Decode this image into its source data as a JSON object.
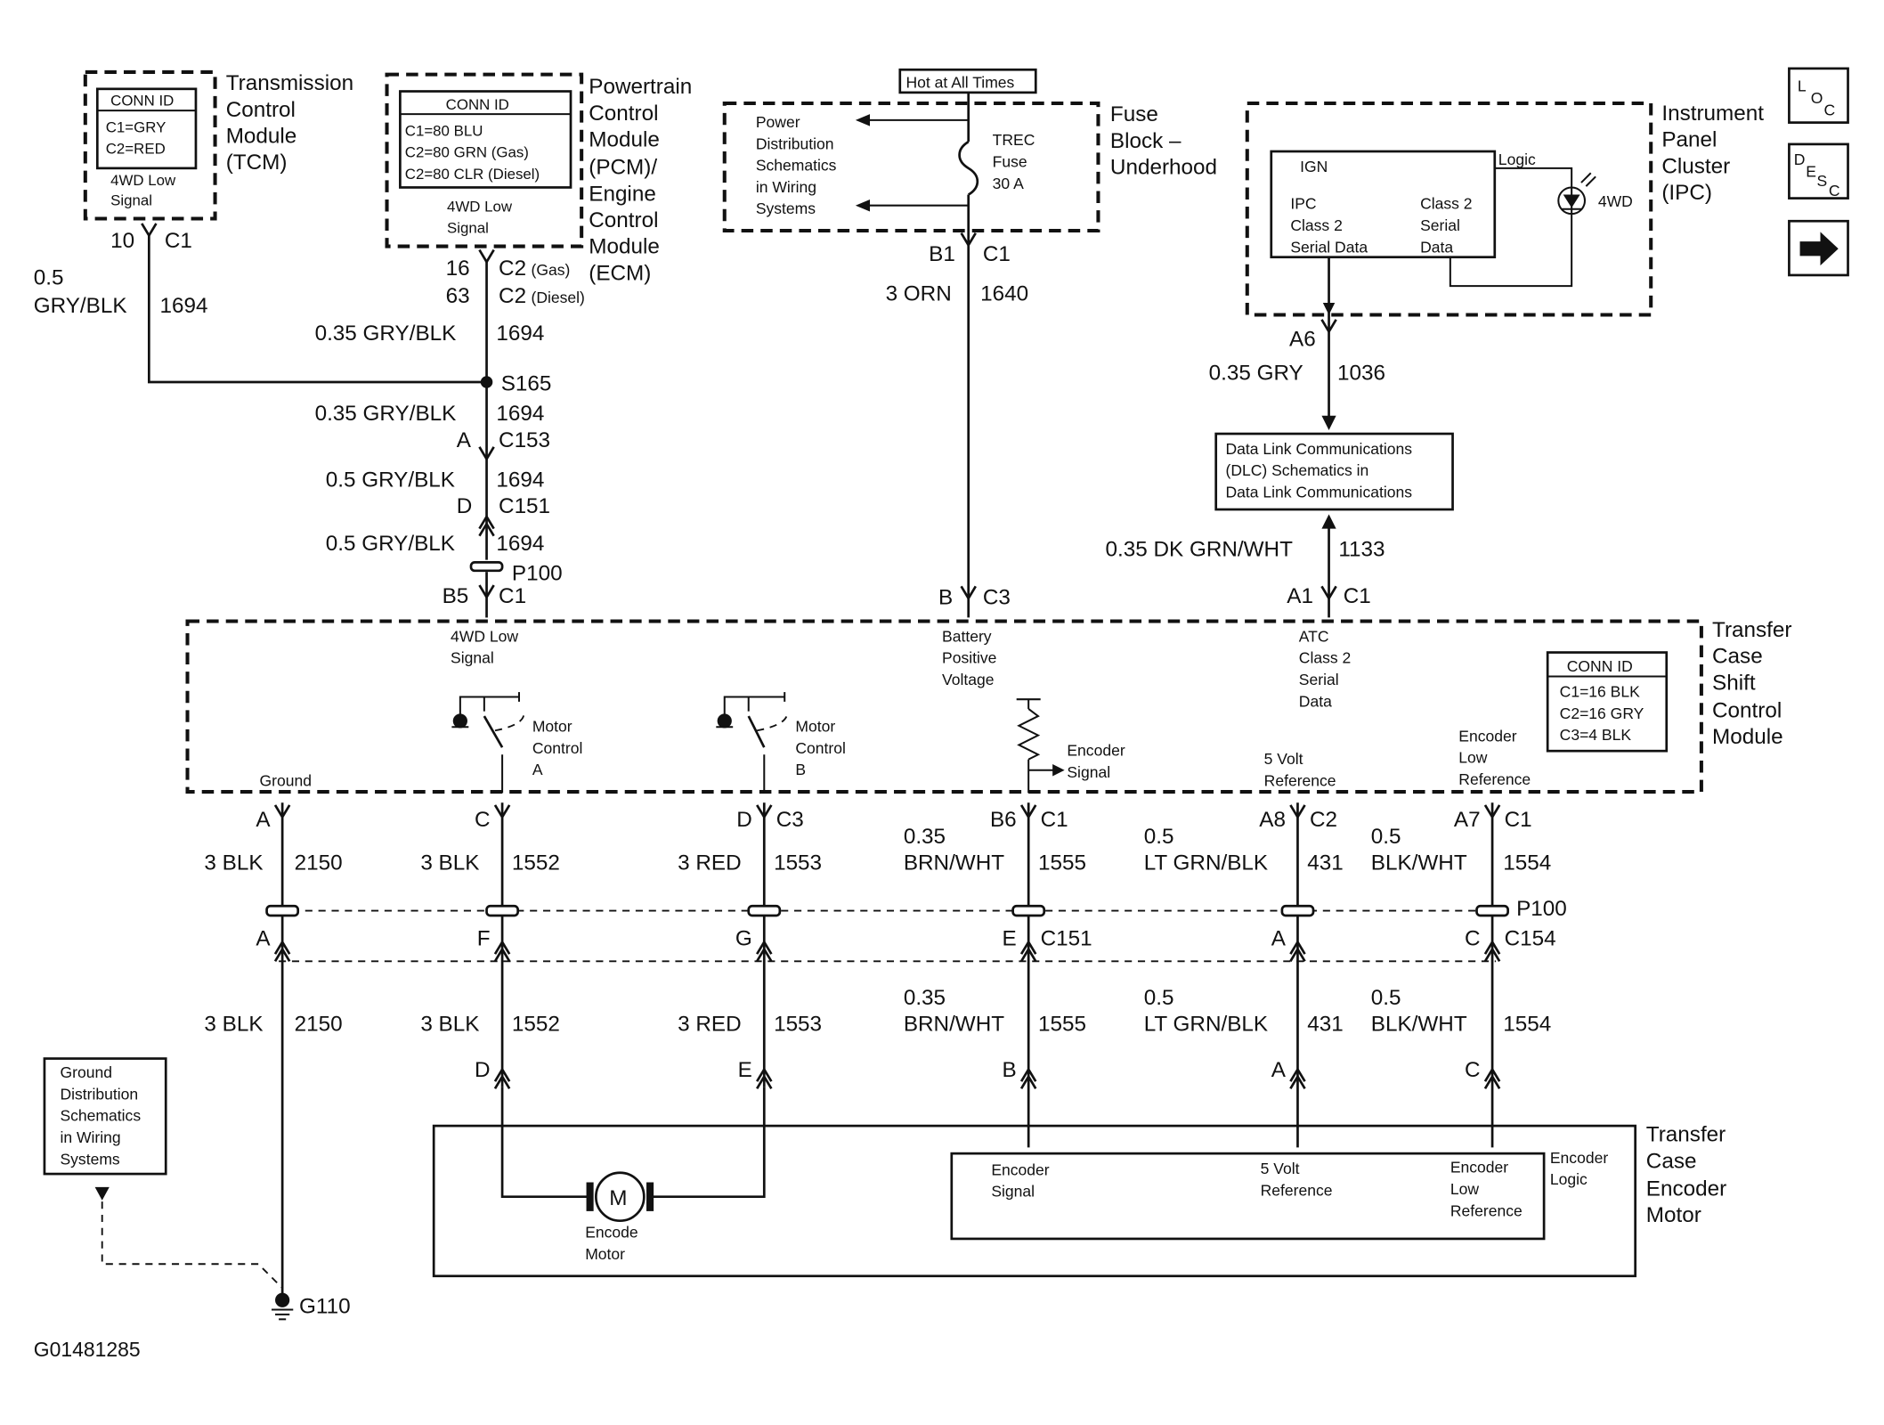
{
  "tcm": {
    "name": [
      "Transmission",
      "Control",
      "Module",
      "(TCM)"
    ],
    "conn_title": "CONN ID",
    "conn_lines": [
      "C1=GRY",
      "C2=RED"
    ],
    "signal": [
      "4WD Low",
      "Signal"
    ],
    "pin": "10",
    "conn": "C1",
    "gauge": [
      "0.5",
      "GRY/BLK"
    ],
    "circuit": "1694"
  },
  "pcm": {
    "name": [
      "Powertrain",
      "Control",
      "Module",
      "(PCM)/",
      "Engine",
      "Control",
      "Module",
      "(ECM)"
    ],
    "conn_title": "CONN ID",
    "conn_lines": [
      "C1=80 BLU",
      "C2=80 GRN (Gas)",
      "C2=80 CLR (Diesel)"
    ],
    "signal": [
      "4WD Low",
      "Signal"
    ],
    "pin_gas": "16",
    "conn_gas": "C2",
    "tag_gas": "(Gas)",
    "pin_diesel": "63",
    "conn_diesel": "C2",
    "tag_diesel": "(Diesel)"
  },
  "main_wire": {
    "w1": "0.35 GRY/BLK",
    "c1": "1694",
    "splice": "S165",
    "w2": "0.35 GRY/BLK",
    "c2": "1694",
    "c153_pin": "A",
    "c153": "C153",
    "w3": "0.5 GRY/BLK",
    "c3": "1694",
    "c151_pin": "D",
    "c151": "C151",
    "w4": "0.5 GRY/BLK",
    "c4": "1694",
    "p100": "P100",
    "b5": "B5",
    "b5_conn": "C1"
  },
  "fuse": {
    "hot": "Hot at All Times",
    "name": [
      "Fuse",
      "Block –",
      "Underhood"
    ],
    "power": [
      "Power",
      "Distribution",
      "Schematics",
      "in Wiring",
      "Systems"
    ],
    "fuse_label": [
      "TREC",
      "Fuse",
      "30 A"
    ],
    "pin": "B1",
    "conn": "C1",
    "wire": "3 ORN",
    "circuit": "1640",
    "tcscm_pin": "B",
    "tcscm_conn": "C3"
  },
  "ipc": {
    "name": [
      "Instrument",
      "Panel",
      "Cluster",
      "(IPC)"
    ],
    "ign": "IGN",
    "logic": "Logic",
    "serial_l": [
      "IPC",
      "Class 2",
      "Serial Data"
    ],
    "serial_r": [
      "Class 2",
      "Serial",
      "Data"
    ],
    "lamp": "4WD",
    "pin": "A6",
    "wire": "0.35 GRY",
    "circuit": "1036"
  },
  "dlc": {
    "lines": [
      "Data Link Communications",
      "(DLC) Schematics in",
      "Data Link Communications"
    ],
    "wire": "0.35 DK GRN/WHT",
    "circuit": "1133",
    "pin": "A1",
    "conn": "C1"
  },
  "nav": {
    "loc": "LOC",
    "desc": "DESC",
    "arrow": "➡"
  },
  "tcscm": {
    "name": [
      "Transfer",
      "Case",
      "Shift",
      "Control",
      "Module"
    ],
    "conn_title": "CONN ID",
    "conn_lines": [
      "C1=16 BLK",
      "C2=16 GRY",
      "C3=4 BLK"
    ],
    "sig_4wd": [
      "4WD Low",
      "Signal"
    ],
    "sig_batt": [
      "Battery",
      "Positive",
      "Voltage"
    ],
    "sig_atc": [
      "ATC",
      "Class 2",
      "Serial",
      "Data"
    ],
    "motor_a": [
      "Motor",
      "Control",
      "A"
    ],
    "motor_b": [
      "Motor",
      "Control",
      "B"
    ],
    "encoder": [
      "Encoder",
      "Signal"
    ],
    "ground": "Ground",
    "volt5": [
      "5 Volt",
      "Reference"
    ],
    "enc_low": [
      "Encoder",
      "Low",
      "Reference"
    ]
  },
  "lower": {
    "columns": [
      {
        "top_pin": "A",
        "top_conn": "",
        "gauge": "",
        "color": "3 BLK",
        "circuit": "2150",
        "mid_pin": "A",
        "mid_conn": "",
        "low_gauge": "",
        "low_color": "3 BLK",
        "low_circuit": "2150",
        "enc_pin": ""
      },
      {
        "top_pin": "C",
        "top_conn": "",
        "gauge": "",
        "color": "3 BLK",
        "circuit": "1552",
        "mid_pin": "F",
        "mid_conn": "",
        "low_gauge": "",
        "low_color": "3 BLK",
        "low_circuit": "1552",
        "enc_pin": "D"
      },
      {
        "top_pin": "D",
        "top_conn": "C3",
        "gauge": "",
        "color": "3 RED",
        "circuit": "1553",
        "mid_pin": "G",
        "mid_conn": "",
        "low_gauge": "",
        "low_color": "3 RED",
        "low_circuit": "1553",
        "enc_pin": "E"
      },
      {
        "top_pin": "B6",
        "top_conn": "C1",
        "gauge": "0.35",
        "color": "BRN/WHT",
        "circuit": "1555",
        "mid_pin": "E",
        "mid_conn": "C151",
        "low_gauge": "0.35",
        "low_color": "BRN/WHT",
        "low_circuit": "1555",
        "enc_pin": "B"
      },
      {
        "top_pin": "A8",
        "top_conn": "C2",
        "gauge": "0.5",
        "color": "LT GRN/BLK",
        "circuit": "431",
        "mid_pin": "A",
        "mid_conn": "",
        "low_gauge": "0.5",
        "low_color": "LT GRN/BLK",
        "low_circuit": "431",
        "enc_pin": "A"
      },
      {
        "top_pin": "A7",
        "top_conn": "C1",
        "gauge": "0.5",
        "color": "BLK/WHT",
        "circuit": "1554",
        "mid_pin": "C",
        "mid_conn": "C154",
        "low_gauge": "0.5",
        "low_color": "BLK/WHT",
        "low_circuit": "1554",
        "enc_pin": "C"
      }
    ],
    "p100": "P100"
  },
  "ground_dist": {
    "lines": [
      "Ground",
      "Distribution",
      "Schematics",
      "in Wiring",
      "Systems"
    ],
    "ground": "G110"
  },
  "encoder_motor": {
    "name": [
      "Transfer",
      "Case",
      "Encoder",
      "Motor"
    ],
    "motor": "M",
    "motor_label": [
      "Encode",
      "Motor"
    ],
    "enc_signal": [
      "Encoder",
      "Signal"
    ],
    "volt5": [
      "5 Volt",
      "Reference"
    ],
    "enc_low": [
      "Encoder",
      "Low",
      "Reference"
    ],
    "enc_logic": [
      "Encoder",
      "Logic"
    ]
  },
  "figure_id": "G01481285"
}
